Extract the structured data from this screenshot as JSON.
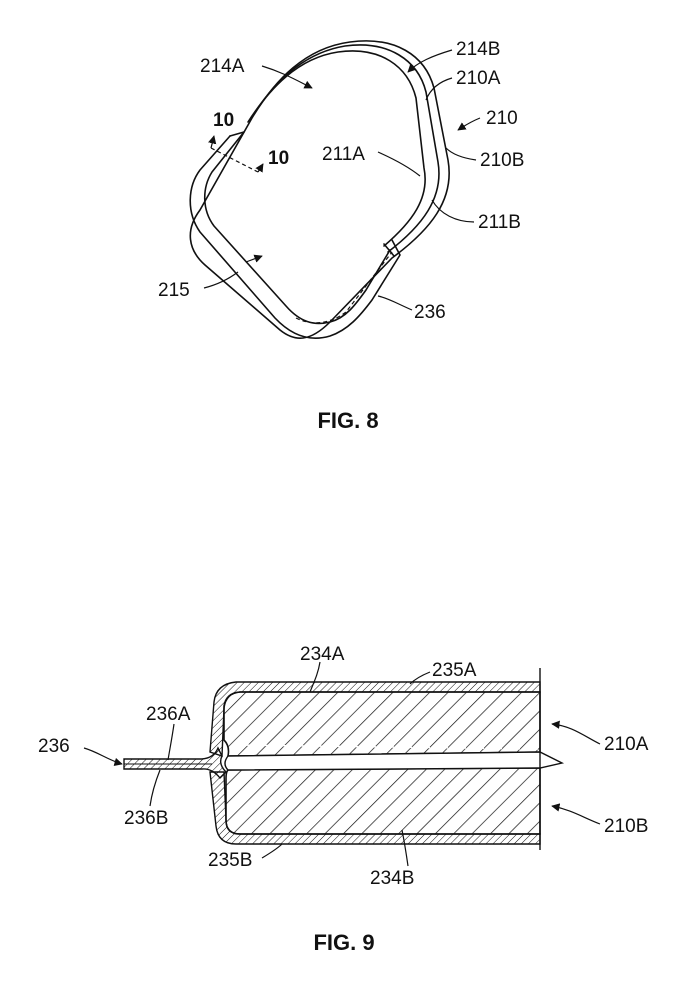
{
  "fig8": {
    "caption": "FIG. 8",
    "labels": {
      "l214A": "214A",
      "l214B": "214B",
      "l210A": "210A",
      "l210": "210",
      "l210B": "210B",
      "l211A": "211A",
      "l211B": "211B",
      "l215": "215",
      "l236": "236",
      "sec1": "10",
      "sec2": "10"
    }
  },
  "fig9": {
    "caption": "FIG. 9",
    "labels": {
      "l234A": "234A",
      "l235A": "235A",
      "l236A": "236A",
      "l236": "236",
      "l210A": "210A",
      "l236B": "236B",
      "l210B": "210B",
      "l235B": "235B",
      "l234B": "234B"
    }
  }
}
